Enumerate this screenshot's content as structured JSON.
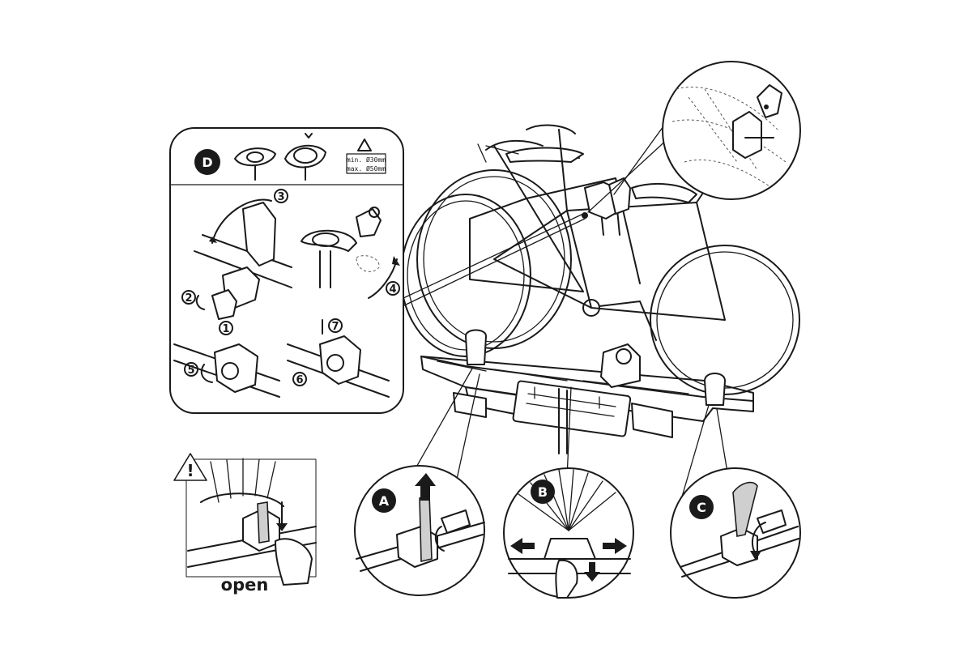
{
  "panel_d": {
    "badge": "D",
    "spec_min": "min. Ø30mm",
    "spec_max": "max. Ø50mm",
    "steps": [
      "1",
      "2",
      "3",
      "4",
      "5",
      "6",
      "7"
    ]
  },
  "callouts": {
    "a": "A",
    "b": "B",
    "c": "C"
  },
  "warning": {
    "symbol": "!",
    "caption": "open"
  },
  "icons": [
    "warning-triangle-icon",
    "key-icon",
    "arrow-up-icon",
    "arrow-down-icon",
    "arrow-left-icon",
    "arrow-right-icon",
    "rotate-arrow-icon",
    "hand-icon"
  ]
}
